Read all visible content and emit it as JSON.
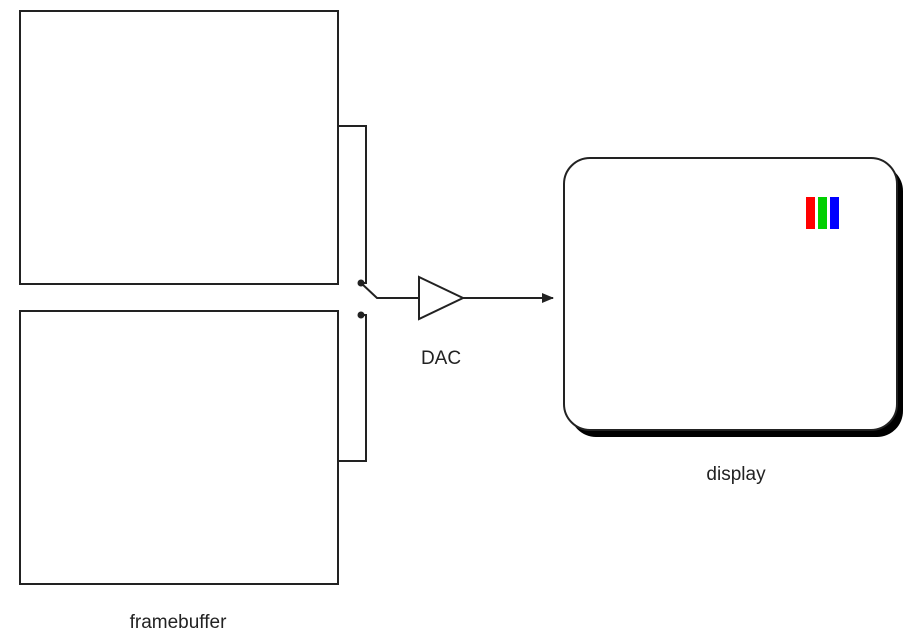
{
  "labels": {
    "framebuffer": "framebuffer",
    "dac": "DAC",
    "display": "display"
  },
  "colors": {
    "stroke": "#222222",
    "shadow": "#000000",
    "background": "#ffffff",
    "pixel_red": "#ff0000",
    "pixel_green": "#00d000",
    "pixel_blue": "#0000ff"
  }
}
